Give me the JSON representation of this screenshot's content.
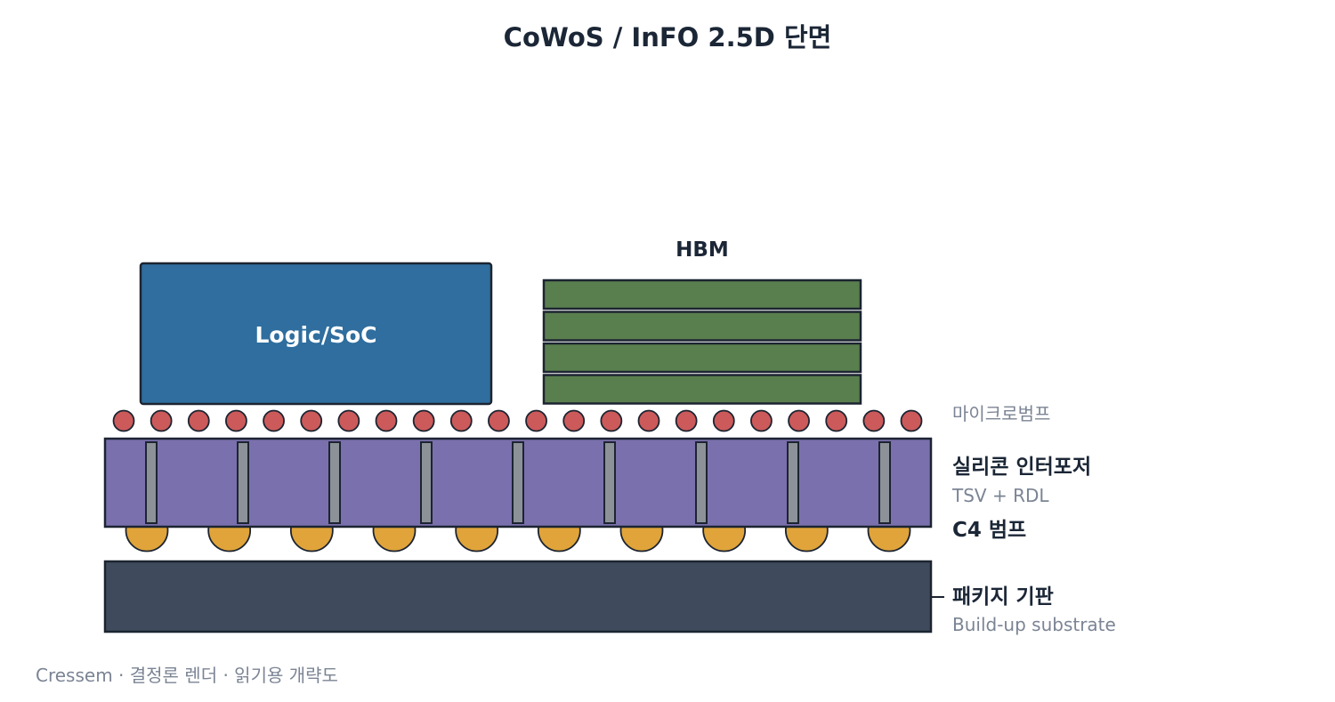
{
  "title": "CoWoS / InFO 2.5D 단면",
  "chips": {
    "logic": "Logic/SoC",
    "hbm": "HBM"
  },
  "labels": {
    "microbump": "마이크로범프",
    "interposer": "실리콘 인터포저",
    "interposer_sub": "TSV + RDL",
    "c4": "C4 범프",
    "substrate": "패키지 기판",
    "substrate_sub": "Build-up substrate"
  },
  "footer": "Cressem · 결정론 렌더 · 읽기용 개략도",
  "counts": {
    "hbm_dies": 4,
    "microbumps": 22,
    "tsvs": 9,
    "c4_bumps": 10
  },
  "colors": {
    "logic": "#2f6e9e",
    "hbm": "#5a7f4e",
    "microbump": "#cc5a5a",
    "interposer": "#7a70ad",
    "tsv": "#8c9298",
    "c4": "#e0a43a",
    "substrate": "#3f4b5c",
    "outline": "#1c2431"
  }
}
